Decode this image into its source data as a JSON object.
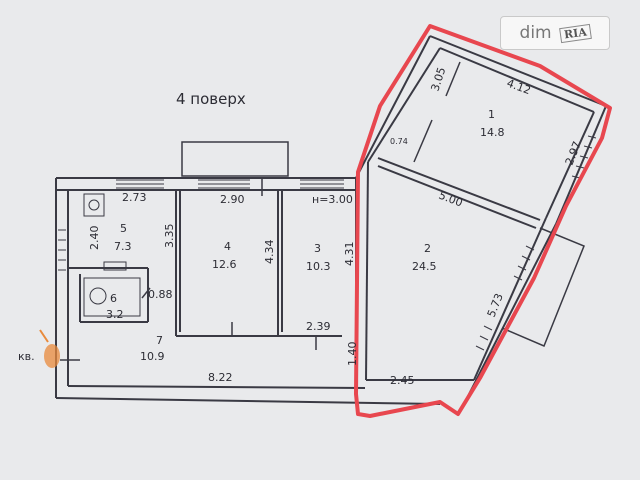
{
  "floor_label": "4 поверх",
  "entrance_label": "кв.",
  "watermark": {
    "brand": "dim",
    "sub": "RIA"
  },
  "rooms": [
    {
      "number": "1",
      "area": "14.8"
    },
    {
      "number": "2",
      "area": "24.5"
    },
    {
      "number": "3",
      "area": "10.3"
    },
    {
      "number": "4",
      "area": "12.6"
    },
    {
      "number": "5",
      "area": "7.3"
    },
    {
      "number": "6",
      "area": "3.2"
    },
    {
      "number": "7",
      "area": "10.9"
    }
  ],
  "dimensions": {
    "r5_top": "2.73",
    "r5_left": "2.40",
    "r5_right": "3.35",
    "r6_right": "0.88",
    "r4_top": "2.90",
    "r4_right": "4.34",
    "r3_top": "н=3.00",
    "r3_right": "4.31",
    "r3_bottom": "2.39",
    "corridor_length": "8.22",
    "r2_left": "1.40",
    "r2_bottom": "2.45",
    "r2_top": "5.00",
    "r2_right": "5.73",
    "r1_left_top": "3.05",
    "r1_top": "4.12",
    "r1_right": "2.97",
    "r1_left_small": "0.74"
  },
  "colors": {
    "paper": "#e9eaec",
    "wall": "#3a3a44",
    "highlight": "#e8474f",
    "entrance_marker": "#e88a3c"
  }
}
